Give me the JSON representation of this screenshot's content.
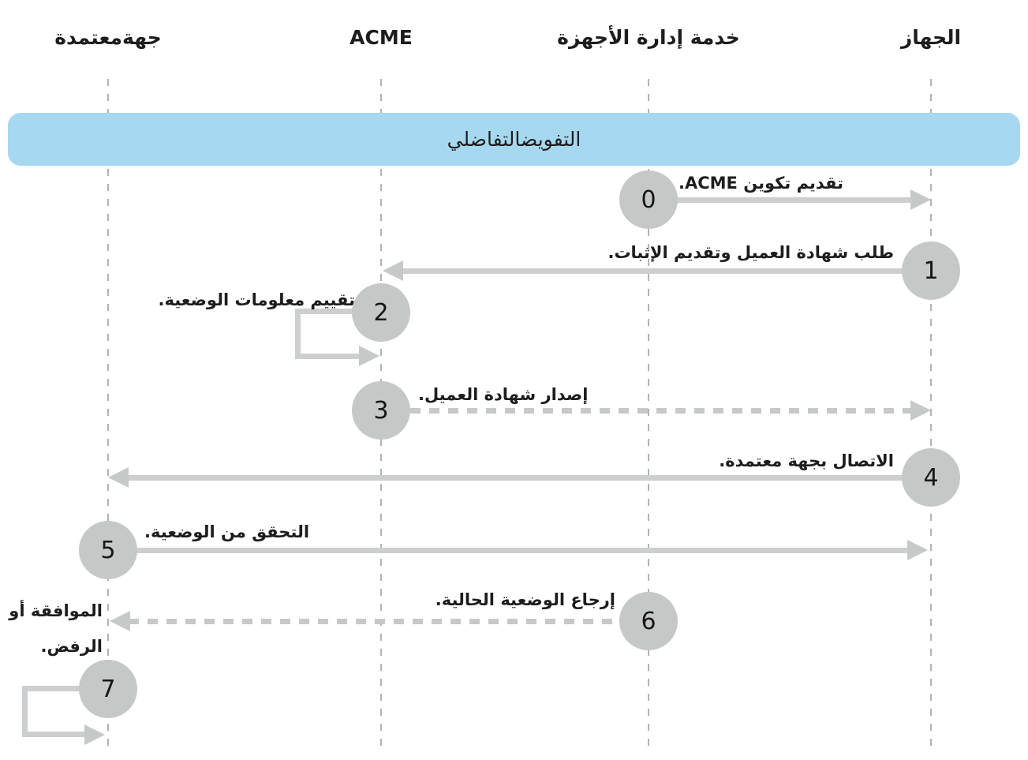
{
  "diagram": {
    "banner_label": "التفويضالتفاضلي",
    "actors": [
      {
        "name": "الجهاز"
      },
      {
        "name": "خدمة إدارة الأجهزة"
      },
      {
        "name": "ACME"
      },
      {
        "name": "جهةمعتمدة"
      }
    ],
    "steps": [
      {
        "num": "0",
        "label": "تقديم تكوين ACME.",
        "from": "خدمة إدارة الأجهزة",
        "to": "الجهاز",
        "style": "solid"
      },
      {
        "num": "1",
        "label": "طلب شهادة العميل وتقديم الإثبات.",
        "from": "الجهاز",
        "to": "ACME",
        "style": "solid"
      },
      {
        "num": "2",
        "label": "تقييم معلومات الوضعية.",
        "from": "ACME",
        "to": "ACME",
        "style": "self-loop"
      },
      {
        "num": "3",
        "label": "إصدار شهادة العميل.",
        "from": "ACME",
        "to": "الجهاز",
        "style": "dashed"
      },
      {
        "num": "4",
        "label": "الاتصال بجهة معتمدة.",
        "from": "الجهاز",
        "to": "جهةمعتمدة",
        "style": "solid"
      },
      {
        "num": "5",
        "label": "التحقق من الوضعية.",
        "from": "جهةمعتمدة",
        "to": "الجهاز",
        "style": "solid"
      },
      {
        "num": "6",
        "label": "إرجاع الوضعية الحالية.",
        "from": "خدمة إدارة الأجهزة",
        "to": "جهةمعتمدة",
        "style": "dashed"
      },
      {
        "num": "7",
        "label": "الموافقة أو الرفض.",
        "label_lines": [
          "الموافقة أو",
          "الرفض."
        ],
        "from": "جهةمعتمدة",
        "to": "جهةمعتمدة",
        "style": "self-loop"
      }
    ],
    "colors": {
      "banner": "#a6d9ef",
      "circle": "#c6c7c7",
      "arrow": "#cdcecf",
      "lifeline": "#b1b3b4",
      "text": "#1d1d1f"
    }
  }
}
